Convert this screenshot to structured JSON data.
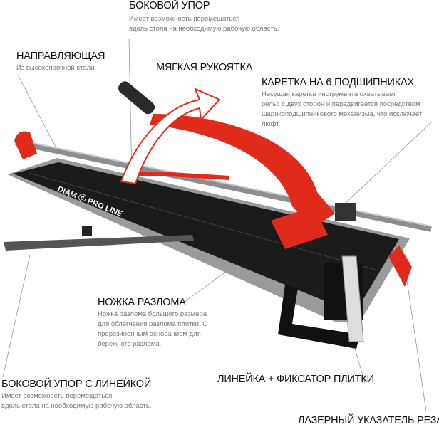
{
  "brand_logo": "DIAM PRO LINE",
  "colors": {
    "accent": "#e02a1b",
    "title": "#111111",
    "desc": "#777777",
    "board": "#1b1b1b"
  },
  "callouts": [
    {
      "title": "БОКОВОЙ УПОР",
      "lines": [
        "Имеет возможность перемещаться",
        "вдоль стола на необходимую рабочую область."
      ]
    },
    {
      "title": "НАПРАВЛЯЮЩАЯ",
      "lines": [
        "Из высокопрочной стали."
      ]
    },
    {
      "title": "МЯГКАЯ РУКОЯТКА",
      "lines": []
    },
    {
      "title": "КАРЕТКА НА 6 ПОДШИПНИКАХ",
      "lines": [
        "Несущая каретка инструмента охватывает",
        "рельс с двух сторон и передвигается посредством",
        "шарикоподшипникового механизма, что исключает",
        "люфт."
      ]
    },
    {
      "title": "НОЖКА РАЗЛОМА",
      "lines": [
        "Ножка разлома большого размера",
        "для облегчения разлома плитки. С",
        "прорезиненным основанием для",
        "бережного разлома."
      ]
    },
    {
      "title": "БОКОВОЙ УПОР С ЛИНЕЙКОЙ",
      "lines": [
        "Имеет возможность перемещаться",
        "вдоль стола на необходимую рабочую область."
      ]
    },
    {
      "title": "ЛИНЕЙКА + ФИКСАТОР ПЛИТКИ",
      "lines": []
    },
    {
      "title": "ЛАЗЕРНЫЙ УКАЗАТЕЛЬ РЕЗА",
      "lines": []
    }
  ]
}
